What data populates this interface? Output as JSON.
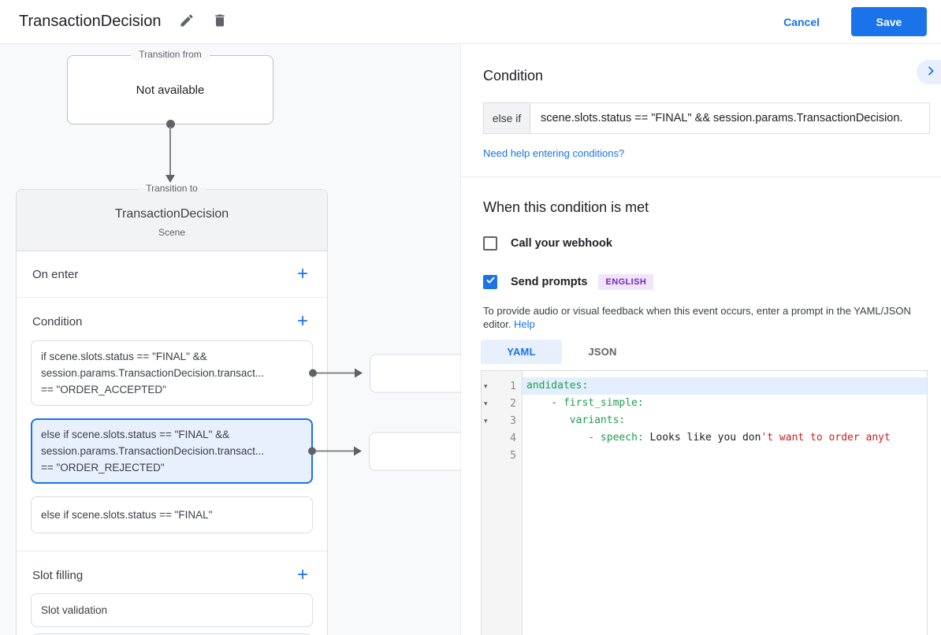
{
  "header": {
    "title": "TransactionDecision",
    "cancel_label": "Cancel",
    "save_label": "Save"
  },
  "icons": {
    "add": "+",
    "fold": "▾"
  },
  "colors": {
    "accent_blue": "#1a73e8",
    "selected_card_bg": "#e8f0fe",
    "yaml_key_green": "#1e9e50",
    "yaml_string_red": "#c5221f",
    "badge_purple_text": "#7627bb",
    "badge_purple_bg": "#f0e5fa",
    "canvas_gray": "#f8f9fa",
    "header_gray": "#f1f3f4"
  },
  "flow": {
    "from_box": {
      "legend": "Transition from",
      "content": "Not available"
    },
    "scene_card": {
      "legend": "Transition to",
      "title": "TransactionDecision",
      "subtitle": "Scene",
      "on_enter": {
        "label": "On enter"
      },
      "condition": {
        "label": "Condition",
        "cards": [
          {
            "selected": false,
            "lines": [
              "if scene.slots.status == \"FINAL\" &&",
              "session.params.TransactionDecision.transact...",
              "== \"ORDER_ACCEPTED\""
            ]
          },
          {
            "selected": true,
            "lines": [
              "else if scene.slots.status == \"FINAL\" &&",
              "session.params.TransactionDecision.transact...",
              "== \"ORDER_REJECTED\""
            ]
          },
          {
            "selected": false,
            "lines": [
              "else if scene.slots.status == \"FINAL\""
            ]
          }
        ]
      },
      "slot_filling": {
        "label": "Slot filling",
        "card": "Slot validation"
      }
    }
  },
  "panel": {
    "condition_heading": "Condition",
    "condition_prefix": "else if",
    "condition_value": "scene.slots.status == \"FINAL\" && session.params.TransactionDecision.",
    "help_link": "Need help entering conditions?",
    "when_heading": "When this condition is met",
    "webhook": {
      "label": "Call your webhook",
      "checked": false
    },
    "prompts": {
      "label": "Send prompts",
      "badge": "ENGLISH",
      "checked": true
    },
    "description": "To provide audio or visual feedback when this event occurs, enter a prompt in the YAML/JSON editor.",
    "description_help": "Help",
    "tabs": [
      {
        "label": "YAML",
        "active": true
      },
      {
        "label": "JSON",
        "active": false
      }
    ],
    "editor": {
      "lines": [
        {
          "num": "1",
          "fold": true,
          "highlight": true,
          "segments": [
            {
              "t": "andidates:",
              "c": "key"
            }
          ]
        },
        {
          "num": "2",
          "fold": true,
          "highlight": false,
          "segments": [
            {
              "t": "    ",
              "c": "plain"
            },
            {
              "t": "- first_simple:",
              "c": "key"
            }
          ]
        },
        {
          "num": "3",
          "fold": true,
          "highlight": false,
          "segments": [
            {
              "t": "       ",
              "c": "plain"
            },
            {
              "t": "variants:",
              "c": "key"
            }
          ]
        },
        {
          "num": "4",
          "fold": false,
          "highlight": false,
          "segments": [
            {
              "t": "          ",
              "c": "plain"
            },
            {
              "t": "- speech:",
              "c": "key"
            },
            {
              "t": " Looks like you don",
              "c": "plain"
            },
            {
              "t": "'t want to order anyt",
              "c": "str"
            }
          ]
        },
        {
          "num": "5",
          "fold": false,
          "highlight": false,
          "segments": []
        }
      ]
    }
  }
}
